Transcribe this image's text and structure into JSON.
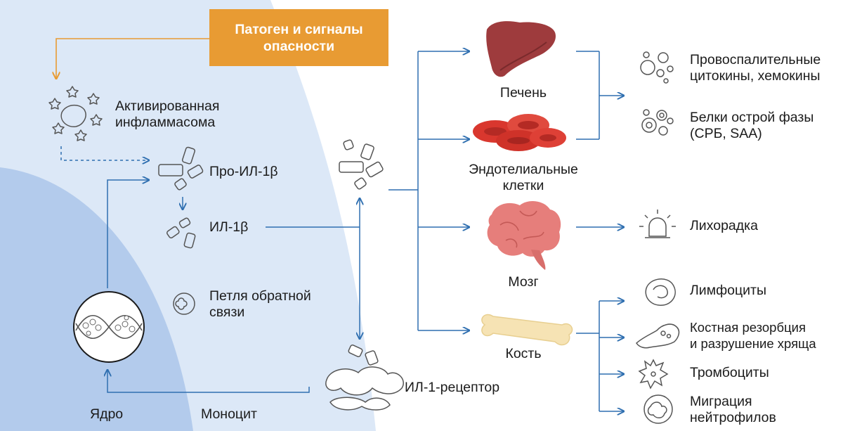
{
  "banner": {
    "line1": "Патоген и сигналы",
    "line2": "опасности"
  },
  "left": {
    "inflammasome": {
      "line1": "Активированная",
      "line2": "инфламмасома"
    },
    "pro_il1b": "Про-ИЛ-1β",
    "il1b": "ИЛ-1β",
    "feedback": {
      "line1": "Петля обратной",
      "line2": "связи"
    },
    "nucleus": "Ядро",
    "monocyte": "Моноцит",
    "receptor": "ИЛ-1-рецептор"
  },
  "organs": {
    "liver": "Печень",
    "endothelial": {
      "line1": "Эндотелиальные",
      "line2": "клетки"
    },
    "brain": "Мозг",
    "bone": "Кость"
  },
  "effects": {
    "cytokines": {
      "line1": "Провоспалительные",
      "line2": "цитокины, хемокины"
    },
    "acute_phase": {
      "line1": "Белки острой фазы",
      "line2": "(СРБ, SAA)"
    },
    "fever": "Лихорадка",
    "lymphocytes": "Лимфоциты",
    "bone_resorption": {
      "line1": "Костная резорбция",
      "line2": "и разрушение хряща"
    },
    "platelets": "Тромбоциты",
    "neutrophil": {
      "line1": "Миграция",
      "line2": "нейтрофилов"
    }
  },
  "colors": {
    "cell_outer": "#dce8f7",
    "cell_inner": "#b3cbec",
    "flow_line": "#2f6fb0",
    "banner": "#e89b33",
    "liver": "#9e3b3d",
    "rbc": "#d9372e",
    "brain": "#e67e7b",
    "bone": "#f6e3b4"
  }
}
